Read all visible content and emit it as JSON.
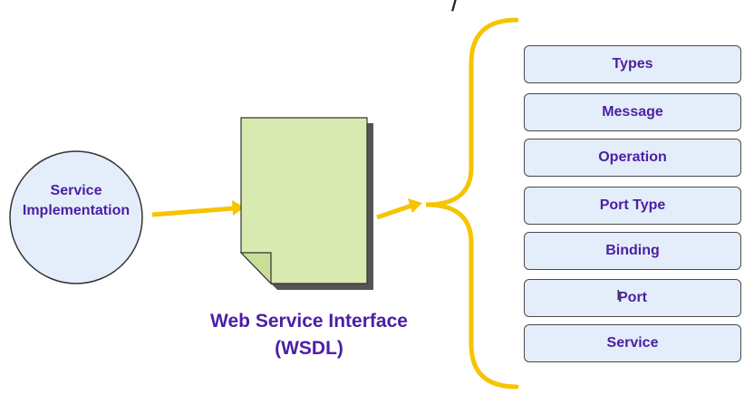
{
  "service": {
    "label_line1": "Service",
    "label_line2": "Implementation"
  },
  "wsdl": {
    "caption_line1": "Web Service Interface",
    "caption_line2": "(WSDL)"
  },
  "elements": [
    {
      "label": "Types"
    },
    {
      "label": "Message"
    },
    {
      "label": "Operation"
    },
    {
      "label": "Port Type"
    },
    {
      "label": "Binding"
    },
    {
      "label": "Port"
    },
    {
      "label": "Service"
    }
  ],
  "colors": {
    "text": "#4b1fa3",
    "arrow": "#f6c400",
    "document_fill": "#d9eab0",
    "box_fill": "#e4eefa",
    "circle_fill": "#e4eefa"
  }
}
